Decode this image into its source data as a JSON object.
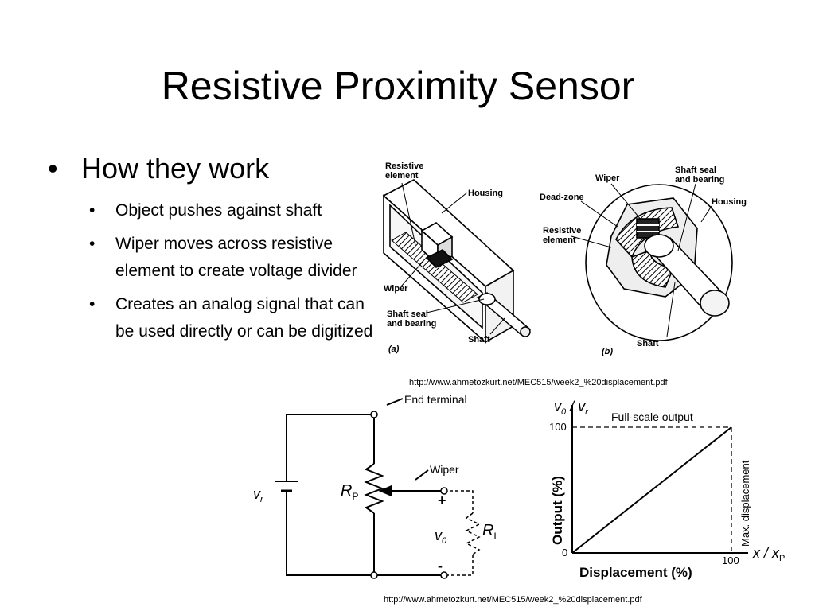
{
  "slide": {
    "title": "Resistive Proximity Sensor",
    "bullet": "How they work",
    "sub_bullets": [
      "Object pushes against shaft",
      "Wiper moves across resistive element to create voltage divider",
      "Creates an analog signal that can be used directly or can be digitized"
    ],
    "bullet_char": "•"
  },
  "figure_a": {
    "labels": {
      "resistive_element": [
        "Resistive",
        "element"
      ],
      "housing": "Housing",
      "wiper": "Wiper",
      "shaft_seal": [
        "Shaft seal",
        "and bearing"
      ],
      "shaft": "Shaft",
      "caption": "(a)"
    }
  },
  "figure_b": {
    "labels": {
      "wiper": "Wiper",
      "shaft_seal": [
        "Shaft seal",
        "and bearing"
      ],
      "dead_zone": "Dead-zone",
      "housing": "Housing",
      "resistive_element": [
        "Resistive",
        "element"
      ],
      "shaft": "Shaft",
      "caption": "(b)"
    }
  },
  "credit_top": "http://www.ahmetozkurt.net/MEC515/week2_%20displacement.pdf",
  "credit_bottom": "http://www.ahmetozkurt.net/MEC515/week2_%20displacement.pdf",
  "circuit": {
    "end_terminal": "End terminal",
    "wiper": "Wiper",
    "vr": "v",
    "vr_sub": "r",
    "rp": "R",
    "rp_sub": "P",
    "vo": "v",
    "vo_sub": "0",
    "rl": "R",
    "rl_sub": "L",
    "plus": "+",
    "minus": "-"
  },
  "graph": {
    "y_label_top": "v",
    "y_label_top_sub1": "0",
    "y_label_slash": " / v",
    "y_label_top_sub2": "r",
    "full_scale": "Full-scale output",
    "y_tick_100": "100",
    "y_tick_0": "0",
    "x_tick_100": "100",
    "output_label": "Output (%)",
    "max_disp": "Max. displacement",
    "x_label": "Displacement (%)",
    "x_var": "x / x",
    "x_var_sub": "P"
  }
}
